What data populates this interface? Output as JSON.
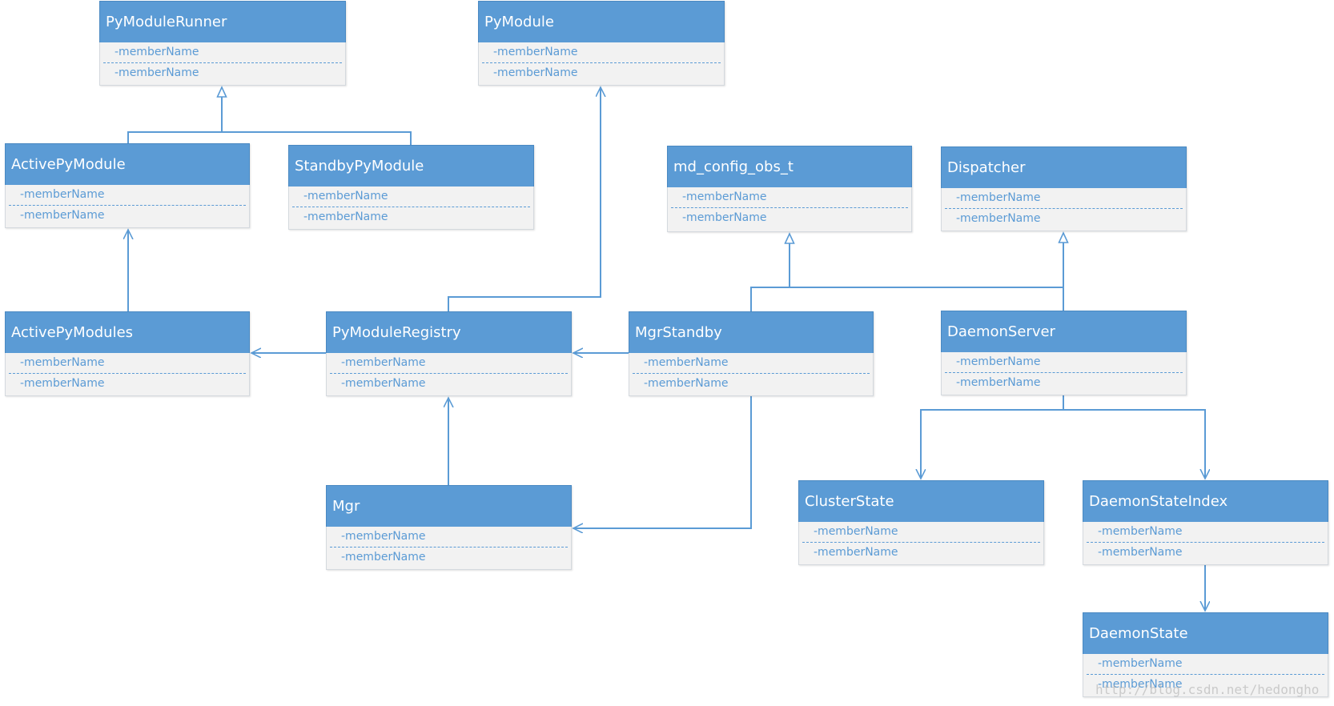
{
  "classes": [
    {
      "id": "py-module-runner",
      "name": "PyModuleRunner",
      "attribute": "-memberName",
      "method": "-memberName"
    },
    {
      "id": "py-module",
      "name": "PyModule",
      "attribute": "-memberName",
      "method": "-memberName"
    },
    {
      "id": "active-py-module",
      "name": "ActivePyModule",
      "attribute": "-memberName",
      "method": "-memberName"
    },
    {
      "id": "standby-py-module",
      "name": "StandbyPyModule",
      "attribute": "-memberName",
      "method": "-memberName"
    },
    {
      "id": "md-config-obs-t",
      "name": "md_config_obs_t",
      "attribute": "-memberName",
      "method": "-memberName"
    },
    {
      "id": "dispatcher",
      "name": "Dispatcher",
      "attribute": "-memberName",
      "method": "-memberName"
    },
    {
      "id": "active-py-modules",
      "name": "ActivePyModules",
      "attribute": "-memberName",
      "method": "-memberName"
    },
    {
      "id": "py-module-registry",
      "name": "PyModuleRegistry",
      "attribute": "-memberName",
      "method": "-memberName"
    },
    {
      "id": "mgr-standby",
      "name": "MgrStandby",
      "attribute": "-memberName",
      "method": "-memberName"
    },
    {
      "id": "daemon-server",
      "name": "DaemonServer",
      "attribute": "-memberName",
      "method": "-memberName"
    },
    {
      "id": "mgr",
      "name": "Mgr",
      "attribute": "-memberName",
      "method": "-memberName"
    },
    {
      "id": "cluster-state",
      "name": "ClusterState",
      "attribute": "-memberName",
      "method": "-memberName"
    },
    {
      "id": "daemon-state-index",
      "name": "DaemonStateIndex",
      "attribute": "-memberName",
      "method": "-memberName"
    },
    {
      "id": "daemon-state",
      "name": "DaemonState",
      "attribute": "-memberName",
      "method": "-memberName"
    }
  ],
  "relations": [
    {
      "from": "active-py-module",
      "to": "py-module-runner",
      "kind": "inheritance"
    },
    {
      "from": "standby-py-module",
      "to": "py-module-runner",
      "kind": "inheritance"
    },
    {
      "from": "mgr-standby",
      "to": "md-config-obs-t",
      "kind": "inheritance"
    },
    {
      "from": "daemon-server",
      "to": "md-config-obs-t",
      "kind": "inheritance"
    },
    {
      "from": "daemon-server",
      "to": "dispatcher",
      "kind": "inheritance"
    },
    {
      "from": "active-py-modules",
      "to": "active-py-module",
      "kind": "association"
    },
    {
      "from": "py-module-registry",
      "to": "py-module",
      "kind": "association"
    },
    {
      "from": "py-module-registry",
      "to": "active-py-modules",
      "kind": "association"
    },
    {
      "from": "mgr-standby",
      "to": "py-module-registry",
      "kind": "association"
    },
    {
      "from": "mgr",
      "to": "py-module-registry",
      "kind": "association"
    },
    {
      "from": "mgr-standby",
      "to": "mgr",
      "kind": "association"
    },
    {
      "from": "daemon-server",
      "to": "cluster-state",
      "kind": "association"
    },
    {
      "from": "daemon-server",
      "to": "daemon-state-index",
      "kind": "association"
    },
    {
      "from": "daemon-state-index",
      "to": "daemon-state",
      "kind": "association"
    }
  ],
  "colors": {
    "header": "#5b9bd5",
    "body": "#f2f2f2",
    "line": "#5b9bd5",
    "member_text": "#5b9bd5"
  },
  "watermark": "http://blog.csdn.net/hedongho"
}
